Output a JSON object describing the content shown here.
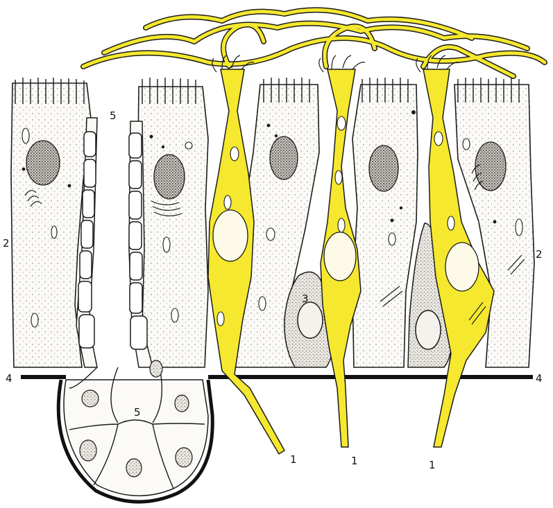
{
  "labels": {
    "olfactory_cell": "1",
    "supporting_cell": "2",
    "basal_cell": "3",
    "basement_membrane": "4",
    "gland": "5"
  },
  "colors": {
    "olfactory_neuron": "#f5e82e",
    "outline": "#1a1a1a",
    "cell_fill": "#fbfaf7",
    "nucleus": "#2a2a2a",
    "basal_fill": "#e9e6df"
  }
}
